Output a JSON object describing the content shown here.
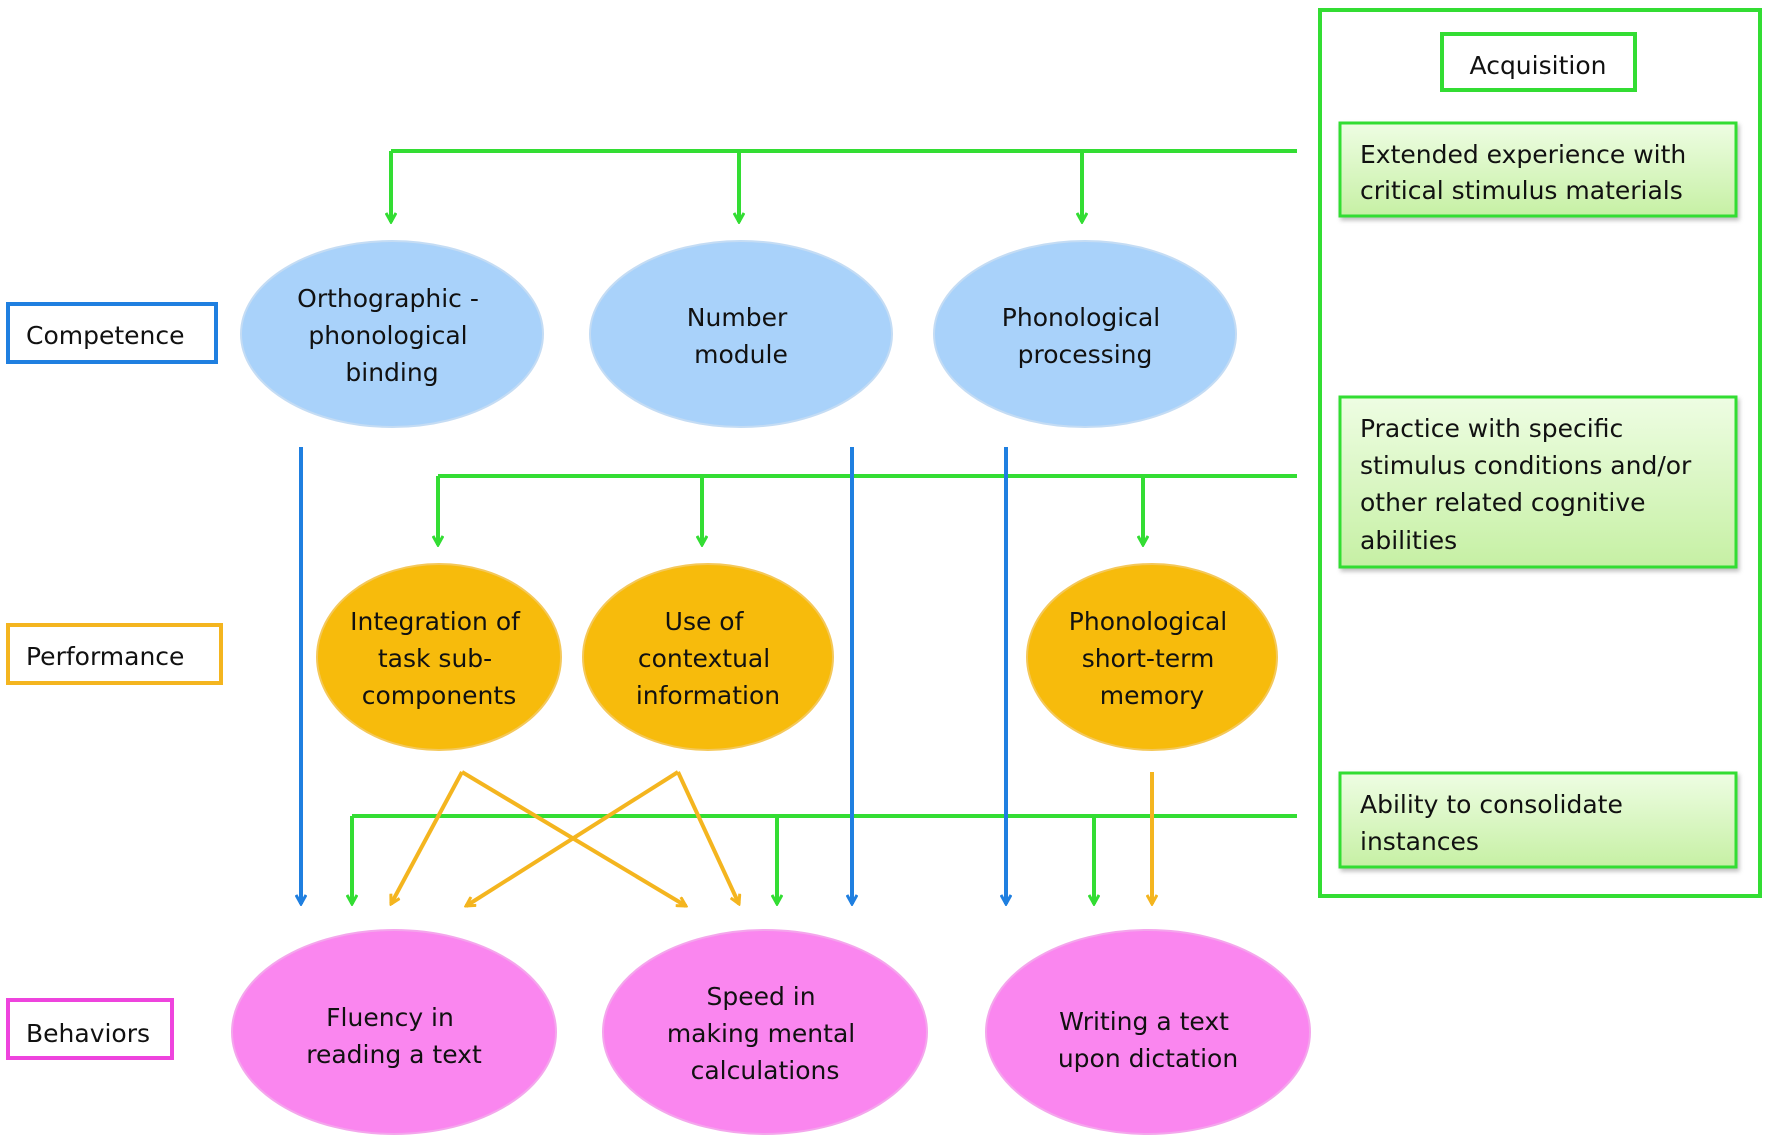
{
  "levels": {
    "competence": "Competence",
    "performance": "Performance",
    "behaviors": "Behaviors"
  },
  "acquisition": {
    "title": "Acquisition",
    "items": [
      [
        "Extended experience with",
        "critical stimulus materials"
      ],
      [
        "Practice with specific",
        "stimulus conditions and/or",
        "other related cognitive",
        "abilities"
      ],
      [
        "Ability to consolidate",
        "instances"
      ]
    ]
  },
  "competence_nodes": [
    [
      "Orthographic -",
      "phonological",
      "binding"
    ],
    [
      "Number",
      "module"
    ],
    [
      "Phonological",
      "processing"
    ]
  ],
  "performance_nodes": [
    [
      "Integration of",
      "task sub-",
      "components"
    ],
    [
      "Use of",
      "contextual",
      "information"
    ],
    [
      "Phonological",
      "short-term",
      "memory"
    ]
  ],
  "behavior_nodes": [
    [
      "Fluency in",
      "reading a text"
    ],
    [
      "Speed in",
      "making mental",
      "calculations"
    ],
    [
      "Writing a text",
      "upon dictation"
    ]
  ],
  "colors": {
    "green": "#33dd33",
    "blue": "#1f7fe0",
    "orange": "#f4b51f",
    "competence_fill": "#a9d2fa",
    "performance_fill": "#f7bb0c",
    "behavior_fill": "#fa86ef",
    "acquisition_box_fill": "#d8f7bc",
    "competence_border": "#1f7fe0",
    "performance_border": "#f4b51f",
    "behavior_border": "#ee44dd"
  }
}
